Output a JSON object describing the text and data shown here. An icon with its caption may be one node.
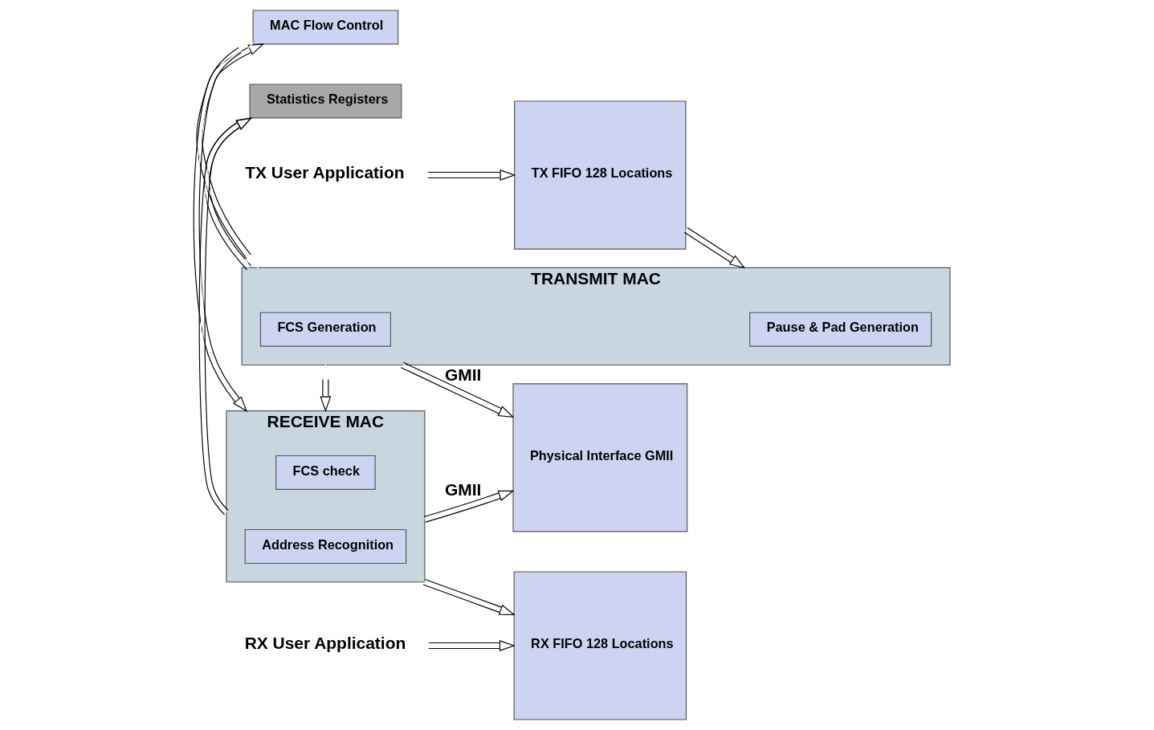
{
  "diagram": {
    "nodes": [
      {
        "text": [
          "TX User Application"
        ]
      },
      {
        "text": [
          "TX FIFO 128 Locations"
        ]
      },
      {
        "text": [
          "TRANSMIT MAC"
        ]
      },
      {
        "text": [
          "Pause & Pad Generation"
        ],
        "in": 2
      },
      {
        "text": [
          "FCS Generation"
        ],
        "in": 2
      },
      {
        "text": [
          "Physical Interface GMII"
        ]
      },
      {
        "text": [
          "Statistics Registers"
        ]
      },
      {
        "text": [
          "MAC Flow Control"
        ]
      },
      {
        "text": [
          "RX User Application"
        ]
      },
      {
        "text": [
          "RX FIFO 128 Locations"
        ]
      },
      {
        "text": [
          "RECEIVE MAC"
        ]
      },
      {
        "text": [
          "FCS check"
        ],
        "in": 10
      },
      {
        "text": [
          "Address Recognition"
        ],
        "in": 10
      }
    ],
    "edges": [
      {
        "from": 0,
        "to": 1,
        "arrow": "both"
      },
      {
        "from": 1,
        "to": 2,
        "arrow": "to"
      },
      {
        "from": 2,
        "to": 5,
        "arrow": "to",
        "label": "GMII"
      },
      {
        "from": 2,
        "to": 10,
        "arrow": "both"
      },
      {
        "from": 2,
        "to": 6,
        "arrow": "to"
      },
      {
        "from": 10,
        "to": 6,
        "arrow": "to"
      },
      {
        "from": 2,
        "to": 7,
        "arrow": "both"
      },
      {
        "from": 7,
        "to": 10,
        "arrow": "both"
      },
      {
        "from": 10,
        "to": 9,
        "arrow": "to"
      },
      {
        "from": 8,
        "to": 9,
        "arrow": "both"
      },
      {
        "from": 10,
        "to": 5,
        "arrow": "to",
        "label": "GMII"
      }
    ]
  }
}
